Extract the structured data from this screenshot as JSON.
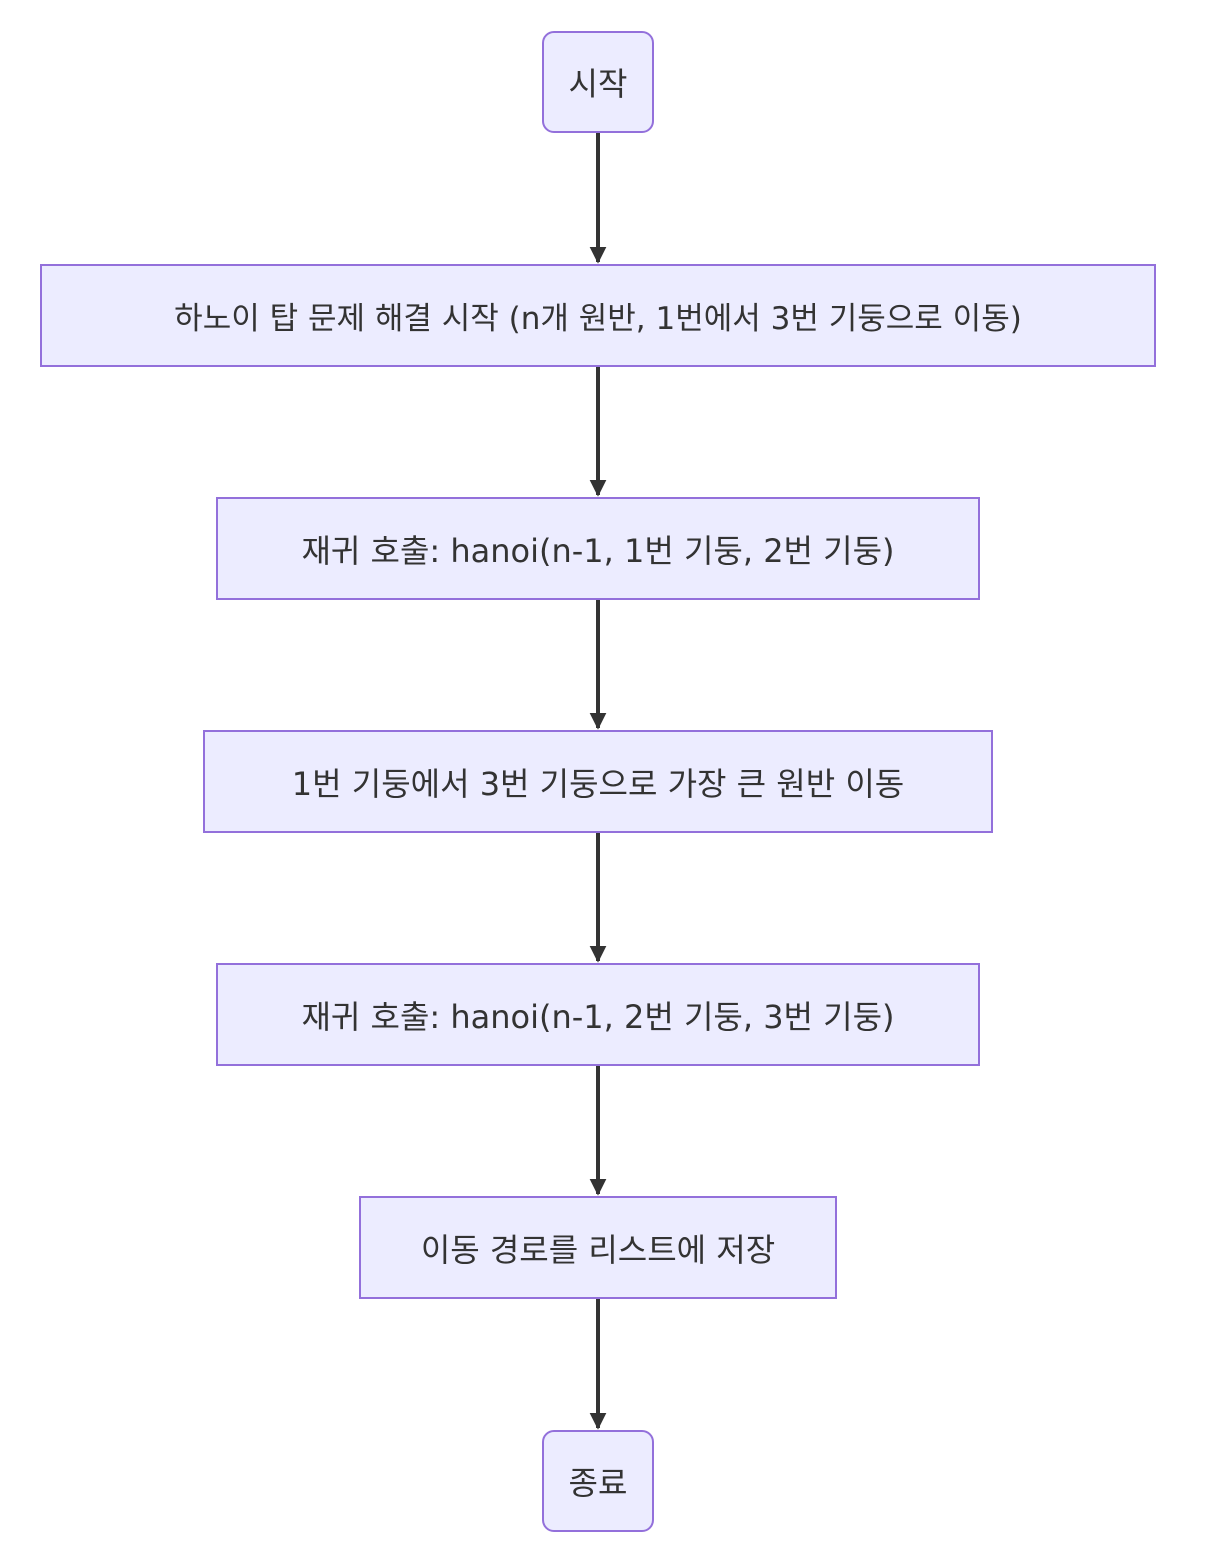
{
  "diagram": {
    "type": "flowchart",
    "direction": "top-to-bottom",
    "colors": {
      "node_fill": "#ececff",
      "node_border": "#9370db",
      "edge": "#333333",
      "text": "#333333"
    },
    "nodes": {
      "start": "시작",
      "init": "하노이 탑 문제 해결 시작 (n개 원반, 1번에서 3번 기둥으로 이동)",
      "recurse_first": "재귀 호출: hanoi(n-1, 1번 기둥, 2번 기둥)",
      "move_largest": "1번 기둥에서 3번 기둥으로 가장 큰 원반 이동",
      "recurse_second": "재귀 호출: hanoi(n-1, 2번 기둥, 3번 기둥)",
      "save_path": "이동 경로를 리스트에 저장",
      "end": "종료"
    },
    "edges": [
      {
        "from": "start",
        "to": "init"
      },
      {
        "from": "init",
        "to": "recurse_first"
      },
      {
        "from": "recurse_first",
        "to": "move_largest"
      },
      {
        "from": "move_largest",
        "to": "recurse_second"
      },
      {
        "from": "recurse_second",
        "to": "save_path"
      },
      {
        "from": "save_path",
        "to": "end"
      }
    ]
  }
}
